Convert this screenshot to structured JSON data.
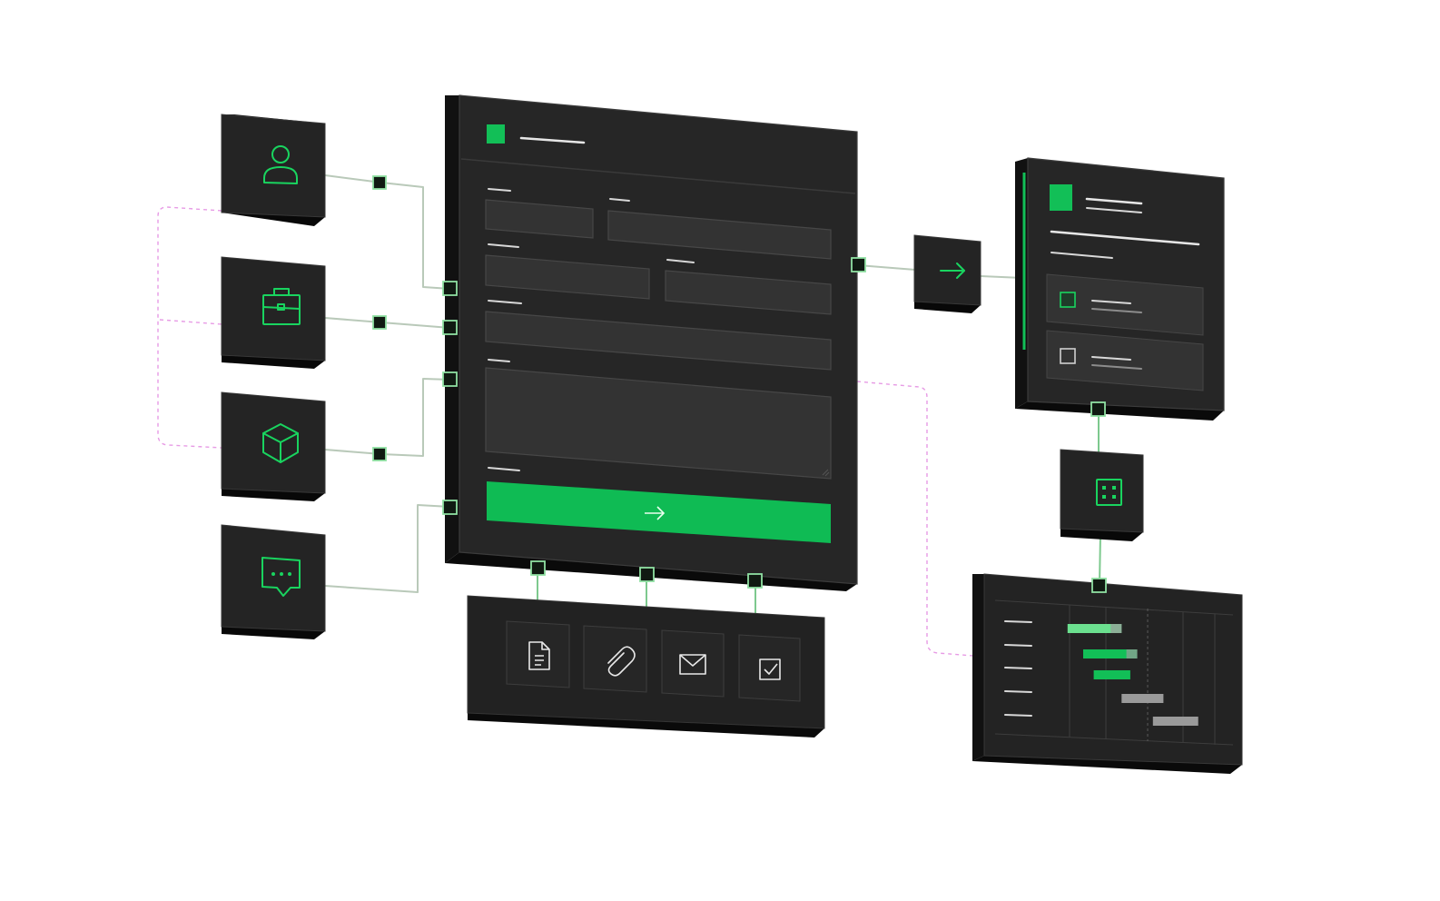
{
  "diagram": {
    "nodes": [
      {
        "id": "user",
        "icon": "user-icon"
      },
      {
        "id": "briefcase",
        "icon": "briefcase-icon"
      },
      {
        "id": "package",
        "icon": "cube-icon"
      },
      {
        "id": "message",
        "icon": "chat-icon"
      },
      {
        "id": "form",
        "icon": "form-panel",
        "submit_icon": "arrow-right-icon"
      },
      {
        "id": "attachments",
        "icons": [
          "document-icon",
          "paperclip-icon",
          "envelope-icon",
          "checkbox-icon"
        ]
      },
      {
        "id": "forward",
        "icon": "arrow-right-icon"
      },
      {
        "id": "task-card",
        "icon": "card-panel"
      },
      {
        "id": "grid",
        "icon": "grid-dots-icon"
      },
      {
        "id": "timeline",
        "icon": "gantt-chart"
      }
    ],
    "edges": [
      {
        "from": "user",
        "to": "form",
        "style": "solid"
      },
      {
        "from": "briefcase",
        "to": "form",
        "style": "solid"
      },
      {
        "from": "package",
        "to": "form",
        "style": "solid"
      },
      {
        "from": "message",
        "to": "form",
        "style": "solid"
      },
      {
        "from": "form",
        "to": "forward",
        "style": "solid"
      },
      {
        "from": "forward",
        "to": "task-card",
        "style": "solid"
      },
      {
        "from": "form",
        "to": "attachments",
        "style": "solid"
      },
      {
        "from": "task-card",
        "to": "grid",
        "style": "solid"
      },
      {
        "from": "grid",
        "to": "timeline",
        "style": "solid"
      },
      {
        "from": "user",
        "to": "package",
        "style": "dashed"
      },
      {
        "from": "form",
        "to": "timeline",
        "style": "dashed"
      }
    ],
    "gantt": [
      {
        "row": 1,
        "start": 0.03,
        "end": 0.34,
        "status": "active"
      },
      {
        "row": 2,
        "start": 0.12,
        "end": 0.43,
        "status": "active"
      },
      {
        "row": 3,
        "start": 0.18,
        "end": 0.39,
        "status": "active"
      },
      {
        "row": 4,
        "start": 0.34,
        "end": 0.58,
        "status": "pending"
      },
      {
        "row": 5,
        "start": 0.52,
        "end": 0.78,
        "status": "pending"
      }
    ],
    "colors": {
      "accent": "#12bf57",
      "accent_light": "#6be08f",
      "panel": "#262626",
      "panel_side": "#0d0d0d",
      "field": "#333333",
      "dashed": "#e79be5",
      "connector": "#b9c9b9",
      "pending": "#9a9a9a"
    }
  }
}
